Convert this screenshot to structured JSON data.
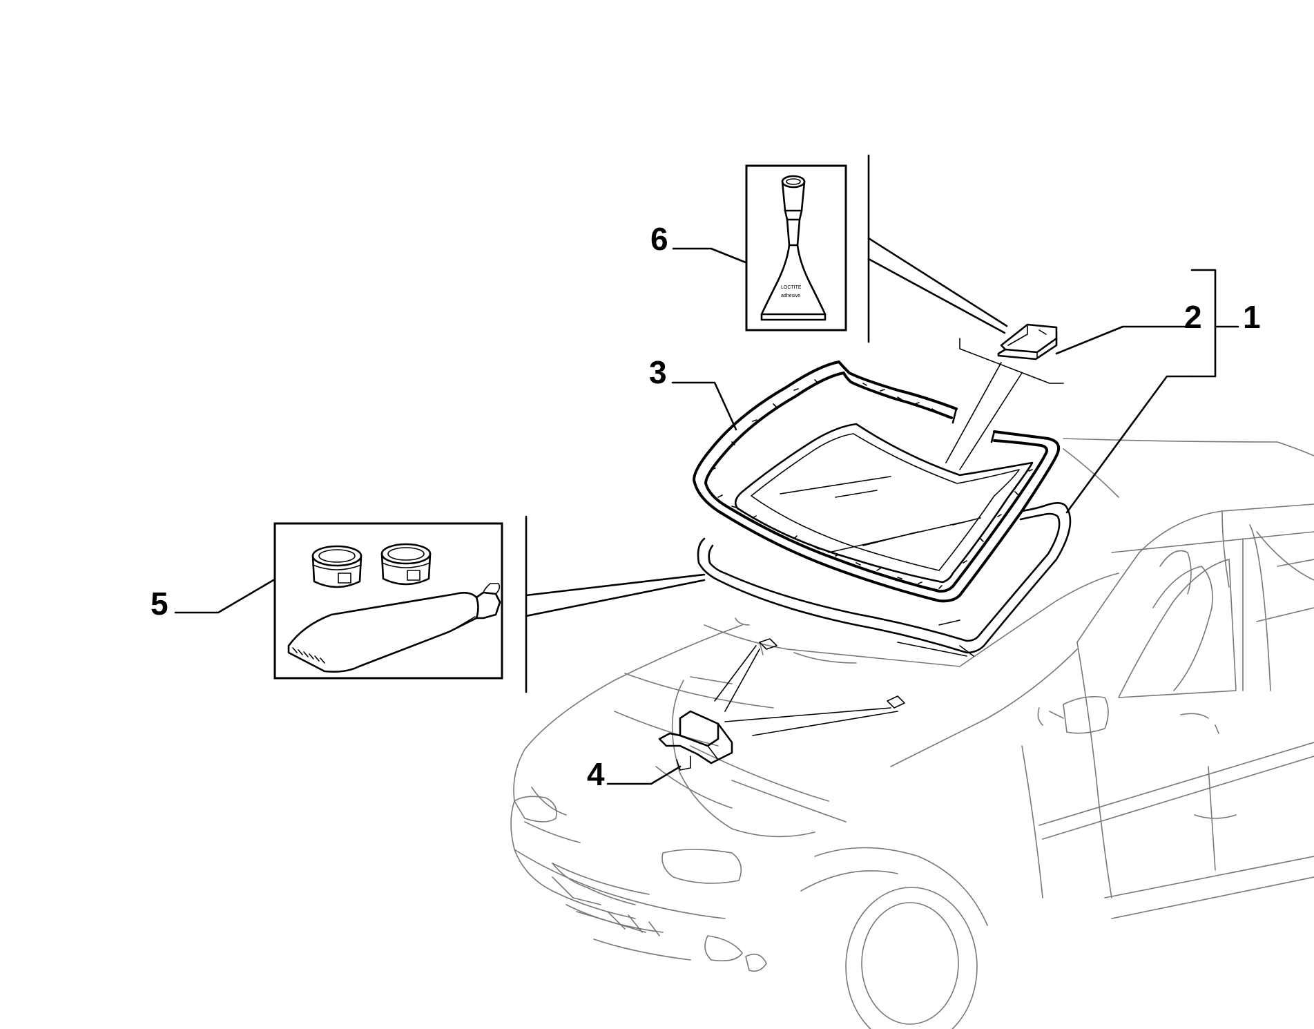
{
  "callouts": {
    "c1": "1",
    "c2": "2",
    "c3": "3",
    "c4": "4",
    "c5": "5",
    "c6": "6"
  },
  "kit6_label": {
    "line1": "LOCTITE",
    "line2": "adhesive"
  },
  "colors": {
    "line": "#000000",
    "car_outline": "#777777",
    "background": "#ffffff"
  }
}
